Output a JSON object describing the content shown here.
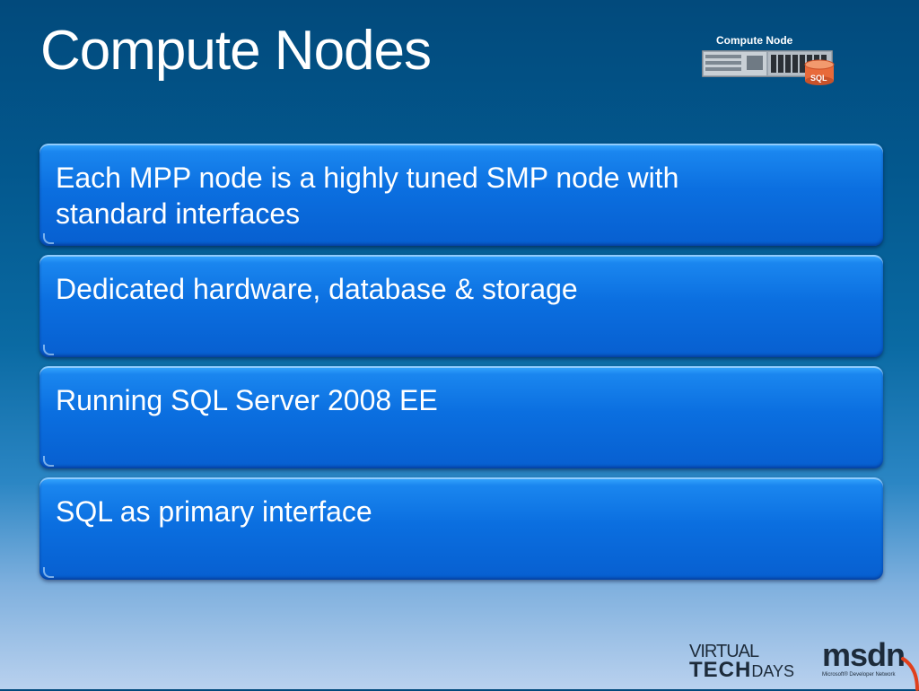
{
  "slide": {
    "title": "Compute Nodes",
    "node_graphic": {
      "label": "Compute Node",
      "db_label": "SQL"
    },
    "boxes": [
      {
        "text": "Each MPP node is a highly tuned SMP node with standard interfaces"
      },
      {
        "text": "Dedicated hardware, database & storage"
      },
      {
        "text": "Running SQL Server 2008 EE"
      },
      {
        "text": "SQL as primary interface"
      }
    ]
  },
  "footer": {
    "virtual_techdays": {
      "line1": "VIRTUAL",
      "line2_bold": "TECH",
      "line2_light": "DAYS"
    },
    "msdn": {
      "wordmark": "msdn",
      "tagline": "Microsoft® Developer Network"
    }
  },
  "colors": {
    "background_top": "#024a7c",
    "background_bottom": "#b9d1ee",
    "box_blue": "#0b6fe0",
    "text": "#ffffff",
    "db_orange": "#e86a3a",
    "logo_dark": "#1d2b3a"
  }
}
